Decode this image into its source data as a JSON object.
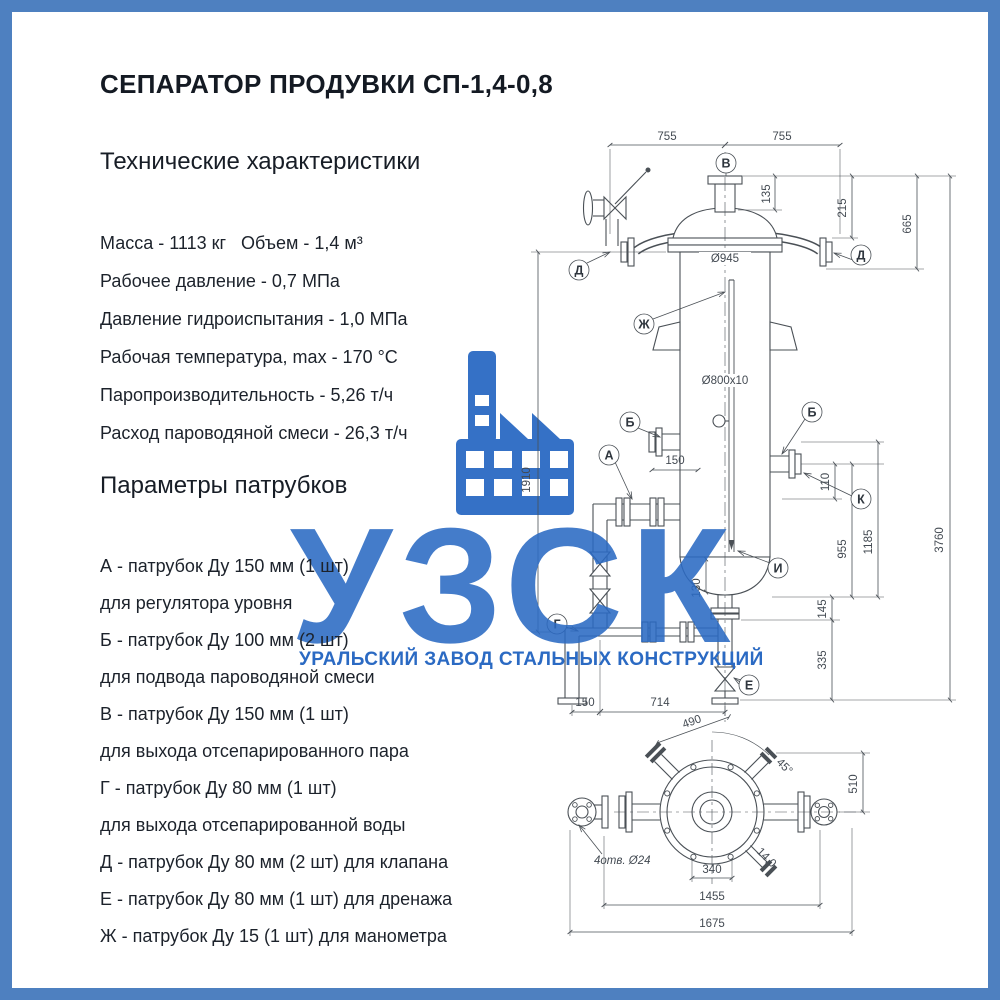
{
  "page": {
    "title": "СЕПАРАТОР ПРОДУВКИ СП-1,4-0,8",
    "colors": {
      "border": "#4e80c0",
      "text": "#1c222b",
      "watermark": "#2b6ac3"
    }
  },
  "sections": {
    "tech": {
      "heading": "Технические характеристики",
      "lines": [
        "Масса - 1113 кг   Объем - 1,4 м³",
        "Рабочее давление - 0,7 МПа",
        "Давление гидроиспытания - 1,0 МПа",
        "Рабочая температура, max - 170 °С",
        "Паропроизводительность - 5,26 т/ч",
        "Расход пароводяной смеси - 26,3 т/ч"
      ]
    },
    "nozzles": {
      "heading": "Параметры патрубков",
      "lines": [
        "А - патрубок Ду 150 мм (1 шт)",
        "для регулятора уровня",
        "Б - патрубок Ду 100 мм (2 шт)",
        "для подвода пароводяной смеси",
        "В - патрубок Ду 150 мм (1 шт)",
        "для выхода отсепарированного пара",
        "Г - патрубок Ду 80 мм (1 шт)",
        "для выхода отсепарированной воды",
        "Д - патрубок Ду 80 мм (2 шт) для клапана",
        "Е - патрубок Ду 80 мм (1 шт) для дренажа",
        "Ж - патрубок Ду 15 (1 шт) для манометра"
      ]
    }
  },
  "watermark": {
    "logo": "УЗСК",
    "subtitle": "УРАЛЬСКИЙ ЗАВОД СТАЛЬНЫХ КОНСТРУКЦИЙ",
    "icon": "factory-icon"
  },
  "drawing": {
    "labels": {
      "a": "А",
      "b": "Б",
      "v": "В",
      "g": "Г",
      "d": "Д",
      "e": "Е",
      "zh": "Ж",
      "i": "И",
      "k": "К"
    },
    "dims": {
      "w755l": "755",
      "w755r": "755",
      "h135": "135",
      "h215": "215",
      "h665": "665",
      "h3760": "3760",
      "dia945": "Ø945",
      "dia800": "Ø800х10",
      "h1910": "1910",
      "w150": "150",
      "h110": "110",
      "h955": "955",
      "h1185": "1185",
      "h130": "130",
      "h145": "145",
      "h335": "335",
      "w150b": "150",
      "w714": "714",
      "d490": "490",
      "a45": "45°",
      "h510": "510",
      "holes": "4отв. Ø24",
      "t14": "14,0",
      "w340": "340",
      "w1455": "1455",
      "w1675": "1675"
    }
  }
}
